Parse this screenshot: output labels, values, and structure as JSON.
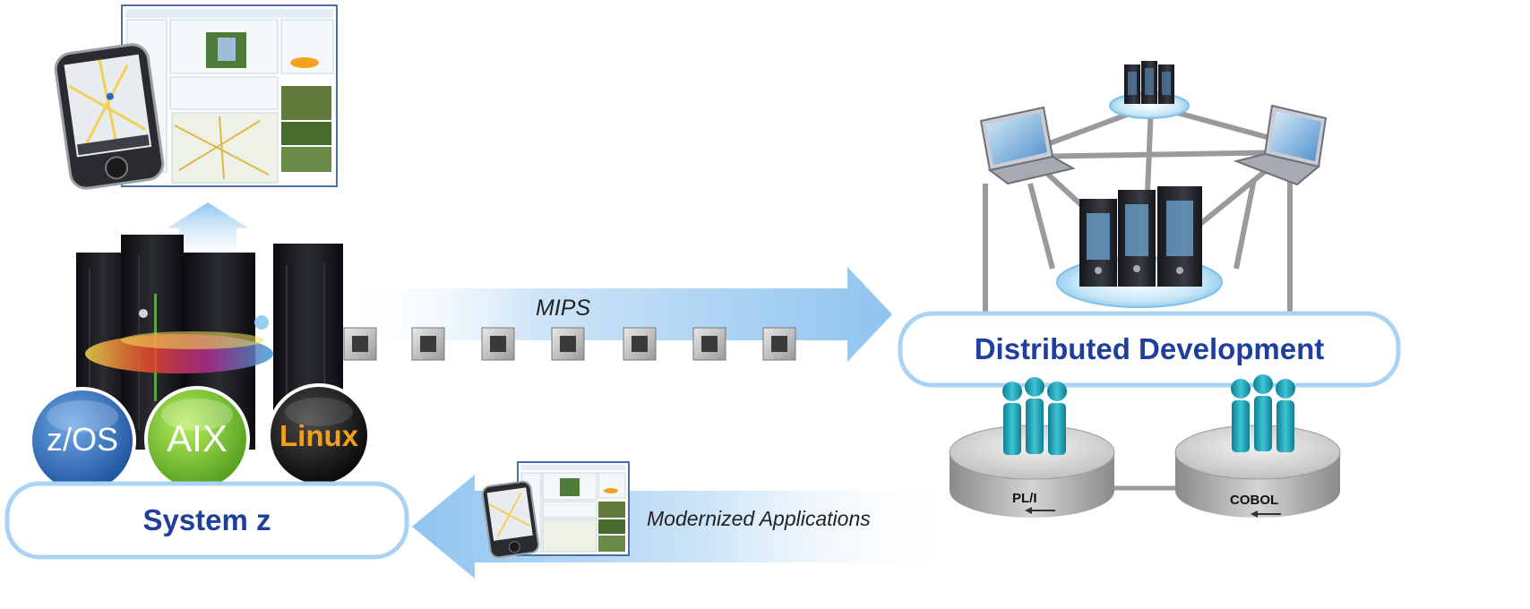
{
  "labels": {
    "mips": "MIPS",
    "distributed_development": "Distributed Development",
    "system_z": "System z",
    "modernized_applications": "Modernized Applications"
  },
  "os_badges": [
    {
      "label": "z/OS",
      "color": "#1f62b8"
    },
    {
      "label": "AIX",
      "color": "#6cbf2a"
    },
    {
      "label": "Linux",
      "color": "#111111"
    }
  ],
  "language_disks": [
    {
      "label": "PL/I"
    },
    {
      "label": "COBOL"
    }
  ],
  "colors": {
    "accent_blue": "#1f3f9c",
    "arrow_blue": "#9ccbf2",
    "pill_border": "#a9d3f5",
    "people_teal": "#1ba4b8"
  },
  "icons": {
    "mobile_app": "phone-with-map-app",
    "mainframe": "system-z-mainframe",
    "server": "rack-server",
    "laptop": "laptop",
    "processor": "processor-chip",
    "developers": "developer-group"
  }
}
